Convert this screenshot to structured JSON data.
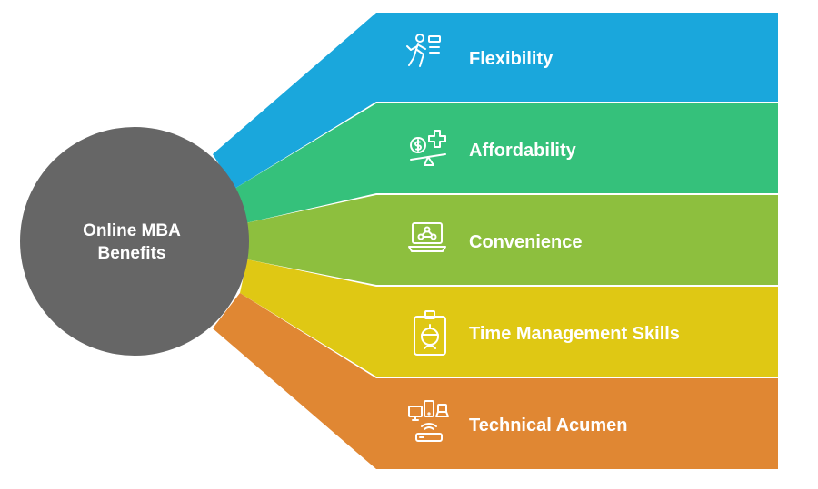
{
  "center": {
    "line1": "Online MBA",
    "line2": "Benefits",
    "color": "#666666"
  },
  "items": [
    {
      "label": "Flexibility",
      "color": "#1aa7dc",
      "icon": "running-person-icon"
    },
    {
      "label": "Affordability",
      "color": "#35c17b",
      "icon": "dollar-balance-icon"
    },
    {
      "label": "Convenience",
      "color": "#8dbf3e",
      "icon": "laptop-network-icon"
    },
    {
      "label": "Time Management Skills",
      "color": "#dfc814",
      "icon": "id-badge-icon"
    },
    {
      "label": "Technical Acumen",
      "color": "#e08733",
      "icon": "devices-icon"
    }
  ]
}
